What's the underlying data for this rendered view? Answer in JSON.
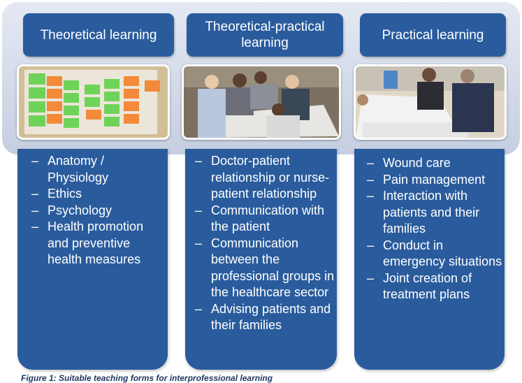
{
  "columns": [
    {
      "title": "Theoretical learning",
      "items": [
        "Anatomy / Physiology",
        "Ethics",
        "Psychology",
        "Health promotion and preventive health measures"
      ]
    },
    {
      "title": "Theoretical-practical learning",
      "items": [
        "Doctor-patient relationship or nurse-patient relationship",
        "Communication with the patient",
        "Communication between the professional groups in the healthcare sector",
        "Advising patients and their families"
      ]
    },
    {
      "title": "Practical learning",
      "items": [
        "Wound care",
        "Pain management",
        "Interaction with patients and their families",
        "Conduct in emergency situations",
        "Joint creation of treatment plans"
      ]
    }
  ],
  "bullet": "–",
  "caption": "Figure 1: Suitable teaching forms for interprofessional learning",
  "colors": {
    "box": "#2a5c9d",
    "band": "#d4dbe9",
    "text": "#ffffff"
  }
}
